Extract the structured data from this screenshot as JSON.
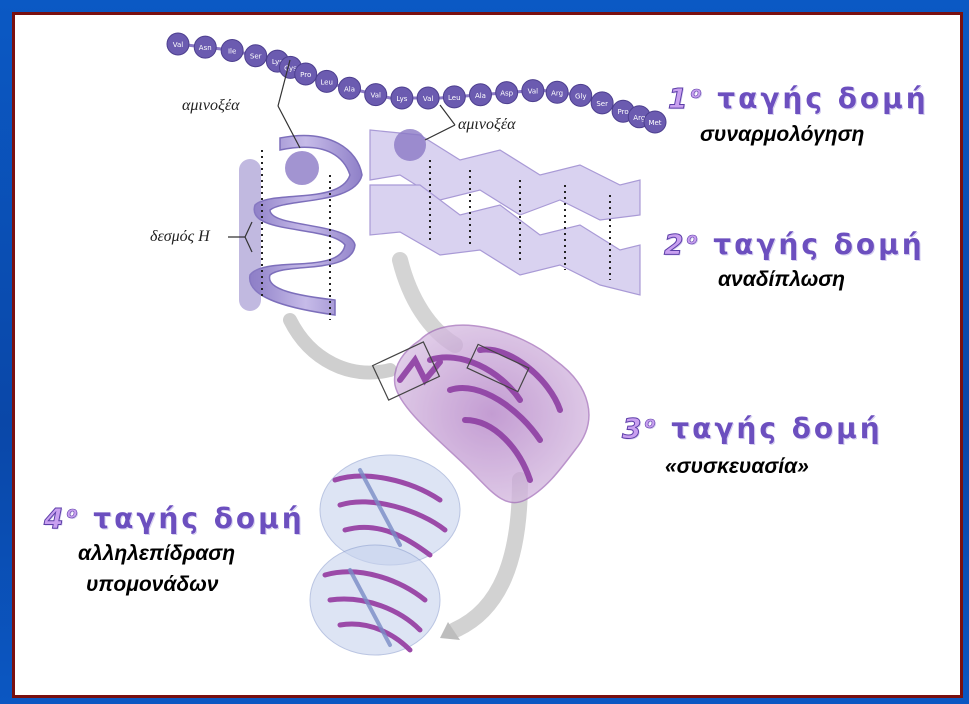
{
  "primary": {
    "num": "1",
    "sup": "ο",
    "title": "ταγής δομή",
    "subtitle": "συναρμολόγηση"
  },
  "secondary": {
    "num": "2",
    "sup": "ο",
    "title": "ταγής δομή",
    "subtitle": "αναδίπλωση"
  },
  "tertiary": {
    "num": "3",
    "sup": "ο",
    "title": "ταγής δομή",
    "subtitle": "«συσκευασία»"
  },
  "quaternary": {
    "num": "4",
    "sup": "ο",
    "title": "ταγής δομή",
    "subtitle_line1": "αλληλεπίδραση",
    "subtitle_line2": "υπομονάδων"
  },
  "annotations": {
    "amino_acid_left": "αμινοξέα",
    "amino_acid_right": "αμινοξέα",
    "hydrogen_bond": "δεσμός H"
  },
  "amino_acid_chain": [
    "Val",
    "Asn",
    "Ile",
    "Ser",
    "Lys",
    "Cys",
    "Pro",
    "Leu",
    "Ala",
    "Val",
    "Lys",
    "Val",
    "Leu",
    "Ala",
    "Asp",
    "Val",
    "Arg",
    "Gly",
    "Ser",
    "Pro",
    "Arg",
    "Met"
  ],
  "colors": {
    "background_blue": "#0a4fb0",
    "frame_border": "#7a1010",
    "heading_purple": "#6c4fbf",
    "bead_purple": "#6b5bb0",
    "ribbon_lavender": "#a99ad6",
    "protein_magenta": "#a865b8"
  }
}
